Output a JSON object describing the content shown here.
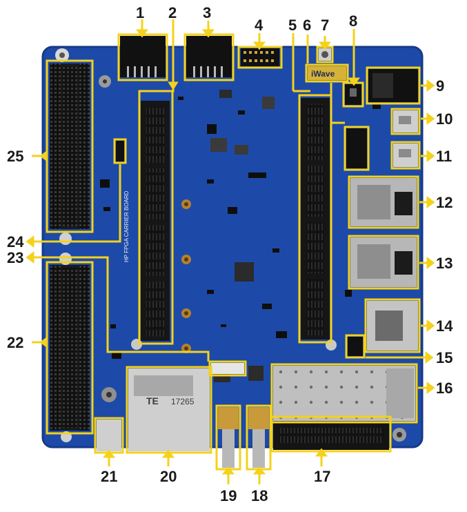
{
  "colors": {
    "board": "#1d4aa8",
    "board_dark": "#163a88",
    "highlight": "#f4d21b",
    "connector": "#151515",
    "metal": "#c9c9c9",
    "copper": "#b5812f",
    "silkscreen": "#e9eef8"
  },
  "silkscreen": {
    "board_title": "HP FPGA CARRIER BOARD",
    "vendor_logo": "iWave",
    "logo_mark": "TE",
    "logo_code": "17265"
  },
  "callouts": [
    {
      "id": "1",
      "label": "1"
    },
    {
      "id": "2",
      "label": "2"
    },
    {
      "id": "3",
      "label": "3"
    },
    {
      "id": "4",
      "label": "4"
    },
    {
      "id": "5",
      "label": "5"
    },
    {
      "id": "6",
      "label": "6"
    },
    {
      "id": "7",
      "label": "7"
    },
    {
      "id": "8",
      "label": "8"
    },
    {
      "id": "9",
      "label": "9"
    },
    {
      "id": "10",
      "label": "10"
    },
    {
      "id": "11",
      "label": "11"
    },
    {
      "id": "12",
      "label": "12"
    },
    {
      "id": "13",
      "label": "13"
    },
    {
      "id": "14",
      "label": "14"
    },
    {
      "id": "15",
      "label": "15"
    },
    {
      "id": "16",
      "label": "16"
    },
    {
      "id": "17",
      "label": "17"
    },
    {
      "id": "18",
      "label": "18"
    },
    {
      "id": "19",
      "label": "19"
    },
    {
      "id": "20",
      "label": "20"
    },
    {
      "id": "21",
      "label": "21"
    },
    {
      "id": "22",
      "label": "22"
    },
    {
      "id": "23",
      "label": "23"
    },
    {
      "id": "24",
      "label": "24"
    },
    {
      "id": "25",
      "label": "25"
    }
  ]
}
